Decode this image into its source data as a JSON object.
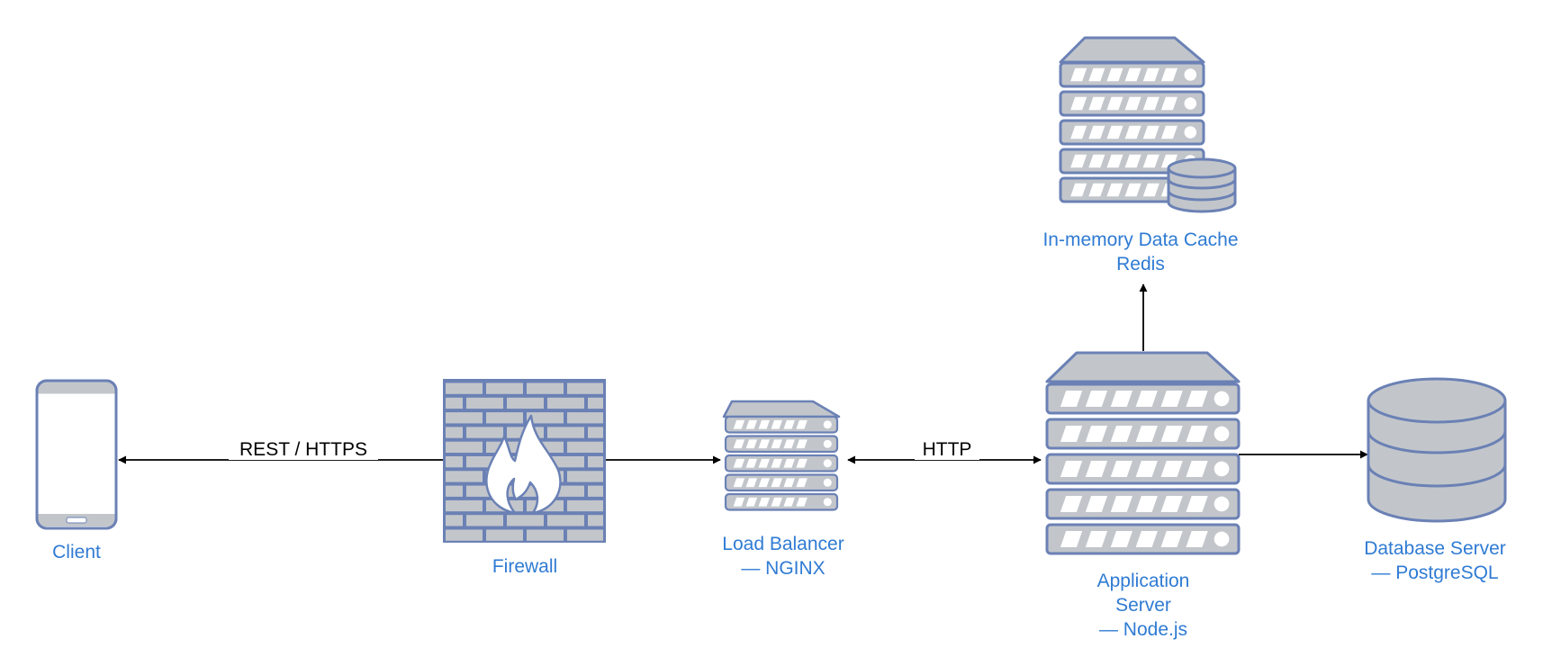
{
  "colors": {
    "icon_fill": "#c2c6cb",
    "icon_stroke": "#6b81b5",
    "label_color": "#2f7bd3",
    "edge_color": "#000000",
    "flame_fill": "#ffffff"
  },
  "nodes": {
    "client": {
      "label": "Client",
      "icon": "smartphone-icon"
    },
    "firewall": {
      "label": "Firewall",
      "icon": "brick-firewall-icon"
    },
    "load_balancer": {
      "label_line1": "Load Balancer",
      "label_line2": "— NGINX",
      "icon": "server-rack-icon"
    },
    "app_server": {
      "label_line1": "Application",
      "label_line2": "Server",
      "label_line3": "— Node.js",
      "icon": "server-rack-icon"
    },
    "cache": {
      "label_line1": "In-memory Data Cache",
      "label_line2": "Redis",
      "icon": "server-with-database-icon"
    },
    "database": {
      "label_line1": "Database Server",
      "label_line2": "— PostgreSQL",
      "icon": "database-cylinder-icon"
    }
  },
  "edges": {
    "client_lb": {
      "label": "REST / HTTPS",
      "direction": "bidirectional"
    },
    "lb_app": {
      "label": "HTTP",
      "direction": "bidirectional"
    },
    "app_cache": {
      "label": "",
      "direction": "to-cache"
    },
    "app_db": {
      "label": "",
      "direction": "to-database"
    }
  }
}
